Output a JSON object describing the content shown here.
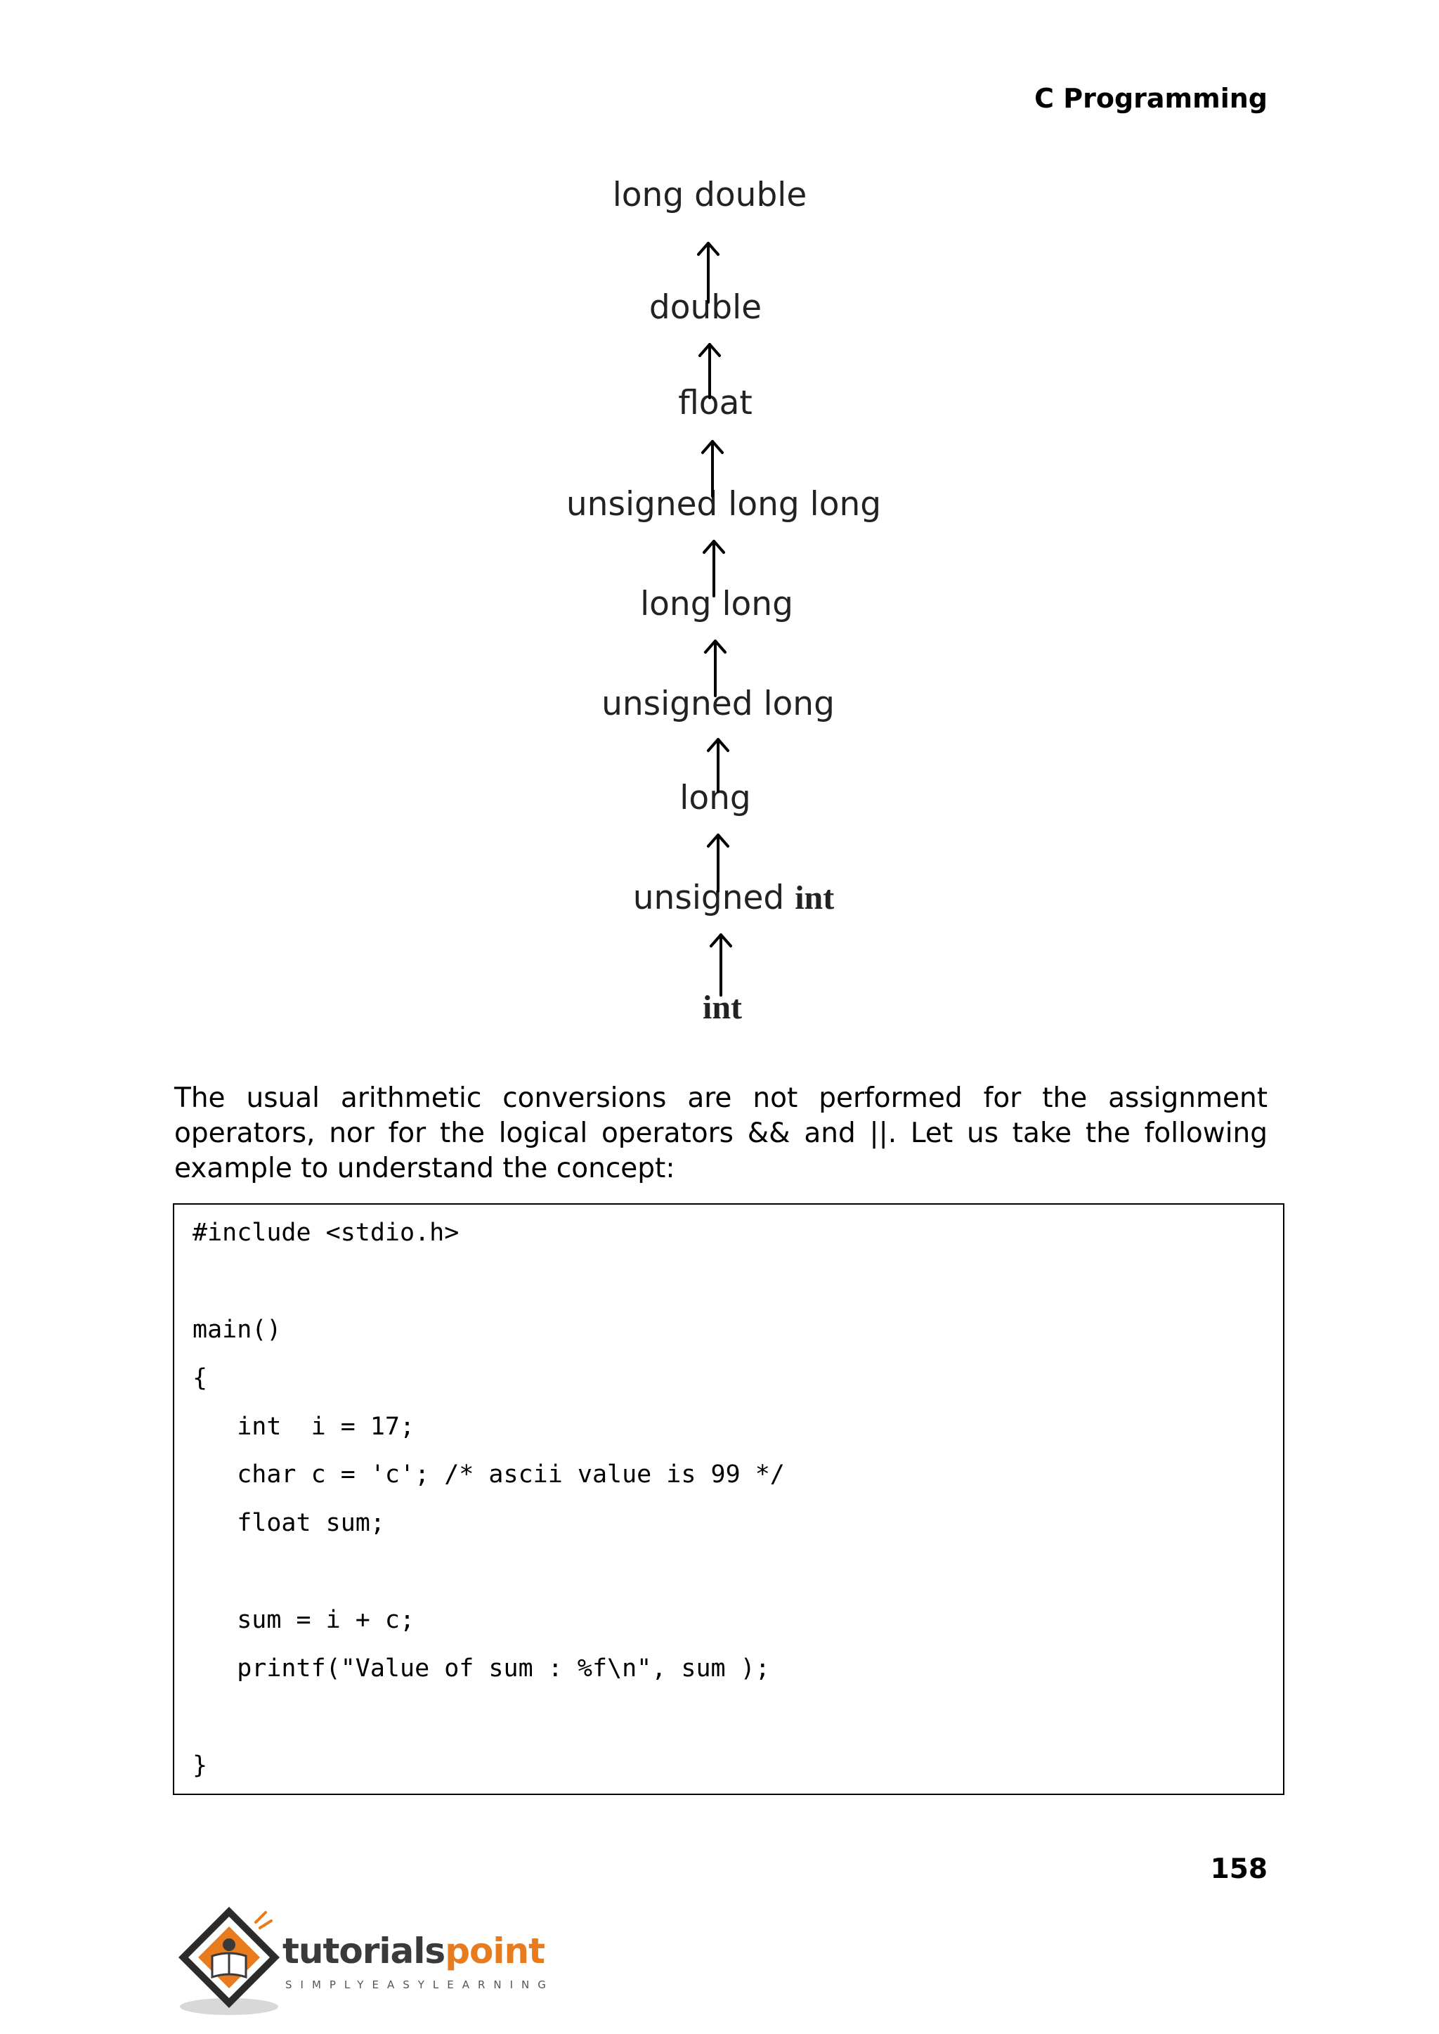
{
  "header": {
    "title": "C Programming"
  },
  "diagram": {
    "nodes": [
      {
        "label": "long  double"
      },
      {
        "label": "double"
      },
      {
        "label": "float"
      },
      {
        "label": "unsigned long long"
      },
      {
        "label": "long  long"
      },
      {
        "label": "unsigned long"
      },
      {
        "label": "long"
      },
      {
        "label_part1": "unsigned",
        "label_part2": "int"
      },
      {
        "label": "int"
      }
    ]
  },
  "paragraph": "The usual arithmetic conversions are not performed for the assignment operators, nor for the logical operators && and ||. Let us take the following example to understand the concept:",
  "code": {
    "lines": [
      "#include <stdio.h>",
      "main()",
      "{",
      "   int  i = 17;",
      "   char c = 'c'; /* ascii value is 99 */",
      "   float sum;",
      "   sum = i + c;",
      "   printf(\"Value of sum : %f\\n\", sum );",
      "}"
    ]
  },
  "footer": {
    "page_number": "158",
    "logo_word_1": "tutorials",
    "logo_word_2": "point",
    "logo_tagline": "SIMPLYEASYLEARNING"
  }
}
